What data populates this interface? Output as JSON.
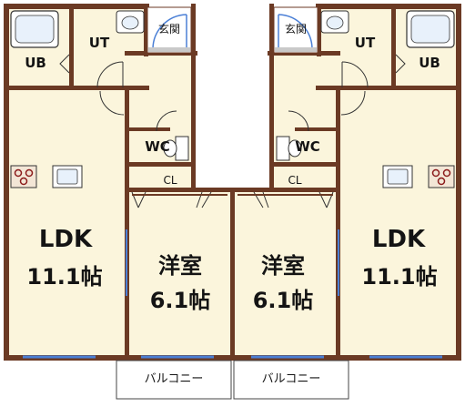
{
  "colors": {
    "wall": "#6b3a24",
    "floor": "#fbf5dc",
    "window": "#4a7fd6",
    "background": "#ffffff"
  },
  "units": [
    {
      "side": "left",
      "rooms": {
        "ub": "UB",
        "ut": "UT",
        "entrance": "玄関",
        "wc": "WC",
        "closet": "CL",
        "ldk": "LDK",
        "ldk_area": "11.1帖",
        "western": "洋室",
        "western_area": "6.1帖",
        "balcony": "バルコニー"
      }
    },
    {
      "side": "right",
      "rooms": {
        "ub": "UB",
        "ut": "UT",
        "entrance": "玄関",
        "wc": "WC",
        "closet": "CL",
        "ldk": "LDK",
        "ldk_area": "11.1帖",
        "western": "洋室",
        "western_area": "6.1帖",
        "balcony": "バルコニー"
      }
    }
  ],
  "icons": [
    "bathtub-icon",
    "sink-icon",
    "toilet-icon",
    "kitchen-stove-icon",
    "kitchen-sink-icon",
    "door-swing-icon"
  ]
}
